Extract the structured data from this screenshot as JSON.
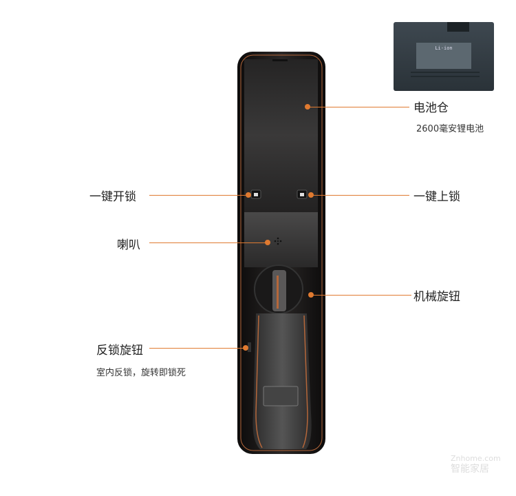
{
  "battery": {
    "title": "电池仓",
    "subtitle": "2600毫安锂电池",
    "label_text": "Li-ion"
  },
  "labels": {
    "unlock": "一键开锁",
    "lock": "一键上锁",
    "speaker": "喇叭",
    "knob": "机械旋钮",
    "reverse_lock": "反锁旋钮",
    "reverse_lock_desc": "室内反锁，旋转即锁死"
  },
  "watermark": {
    "line1": "Znhome.com",
    "line2": "智能家居"
  },
  "colors": {
    "accent": "#e07a30",
    "lock_body": "#1c1a1a",
    "trim": "#b5673a"
  }
}
